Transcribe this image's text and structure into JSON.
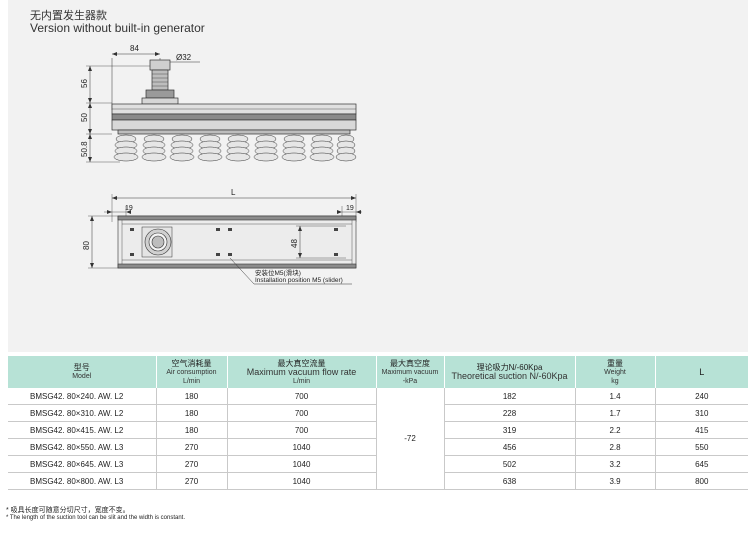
{
  "header": {
    "title_cn": "无内置发生器款",
    "title_en": "Version without built-in generator"
  },
  "drawing": {
    "top_view": {
      "dim_width": "84",
      "dim_diameter": "Ø32",
      "dim_height_1": "56",
      "dim_height_2": "50",
      "dim_height_3": "50.8"
    },
    "plan_view": {
      "dim_length": "L",
      "dim_left_offset": "19",
      "dim_right_offset": "19",
      "dim_height": "80",
      "dim_inner": "48",
      "install_label_cn": "安装位M5(滑块)",
      "install_label_en": "Installation position M5 (slider)"
    }
  },
  "table": {
    "headers": [
      {
        "cn": "型号",
        "en": "Model"
      },
      {
        "cn": "空气消耗量",
        "en": "Air consumption",
        "unit": "L/min"
      },
      {
        "cn": "最大真空流量",
        "en": "Maximum vacuum flow rate",
        "unit": "L/min"
      },
      {
        "cn": "最大真空度",
        "en": "Maximum vacuum",
        "unit": "-kPa"
      },
      {
        "cn": "理论吸力N/-60Kpa",
        "en": "Theoretical suction N/-60Kpa"
      },
      {
        "cn": "重量",
        "en": "Weight",
        "unit": "kg"
      },
      {
        "label": "L"
      }
    ],
    "rows": [
      {
        "model": "BMSG42. 80×240. AW. L2",
        "air": "180",
        "flow": "700",
        "suction": "182",
        "weight": "1.4",
        "length": "240"
      },
      {
        "model": "BMSG42. 80×310. AW. L2",
        "air": "180",
        "flow": "700",
        "suction": "228",
        "weight": "1.7",
        "length": "310"
      },
      {
        "model": "BMSG42. 80×415. AW. L2",
        "air": "180",
        "flow": "700",
        "suction": "319",
        "weight": "2.2",
        "length": "415"
      },
      {
        "model": "BMSG42. 80×550. AW. L3",
        "air": "270",
        "flow": "1040",
        "suction": "456",
        "weight": "2.8",
        "length": "550"
      },
      {
        "model": "BMSG42. 80×645. AW. L3",
        "air": "270",
        "flow": "1040",
        "suction": "502",
        "weight": "3.2",
        "length": "645"
      },
      {
        "model": "BMSG42. 80×800. AW. L3",
        "air": "270",
        "flow": "1040",
        "suction": "638",
        "weight": "3.9",
        "length": "800"
      }
    ],
    "max_vacuum_merged": "-72"
  },
  "notes": {
    "cn": "* 吸具长度可随意分切尺寸，宽度不变。",
    "en": "* The length of the suction tool can be slit and the width is constant."
  }
}
